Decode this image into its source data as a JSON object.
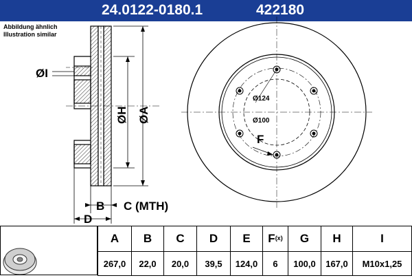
{
  "header": {
    "part_number": "24.0122-0180.1",
    "article_number": "422180",
    "background": "#1a3e95"
  },
  "note": {
    "line1": "Abbildung ähnlich",
    "line2": "Illustration similar"
  },
  "diagram": {
    "side_labels": {
      "I": "ØI",
      "H": "ØH",
      "A": "ØA",
      "B": "B",
      "C": "C (MTH)",
      "D": "D"
    },
    "front_labels": {
      "pcd": "Ø124",
      "center": "Ø100",
      "F": "F"
    }
  },
  "spec_table": {
    "headers": [
      "A",
      "B",
      "C",
      "D",
      "E",
      "F",
      "G",
      "H",
      "I"
    ],
    "f_suffix": "(x)",
    "values": [
      "267,0",
      "22,0",
      "20,0",
      "39,5",
      "124,0",
      "6",
      "100,0",
      "167,0",
      "M10x1,25"
    ]
  }
}
